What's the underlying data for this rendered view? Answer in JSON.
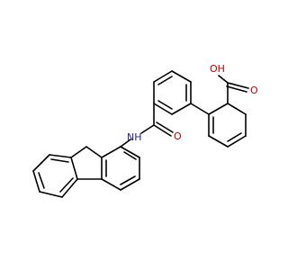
{
  "molecule": {
    "atoms": {
      "oh": {
        "label": "OH",
        "element": "O",
        "color": "#c00000"
      },
      "carboxyl_o": {
        "label": "O",
        "element": "O",
        "color": "#c00000"
      },
      "amide_o": {
        "label": "O",
        "element": "O",
        "color": "#c00000"
      },
      "amide_nh": {
        "label": "NH",
        "element": "N",
        "color": "#1f1f9e"
      }
    },
    "bond_color": "#000000",
    "background": "#ffffff"
  }
}
